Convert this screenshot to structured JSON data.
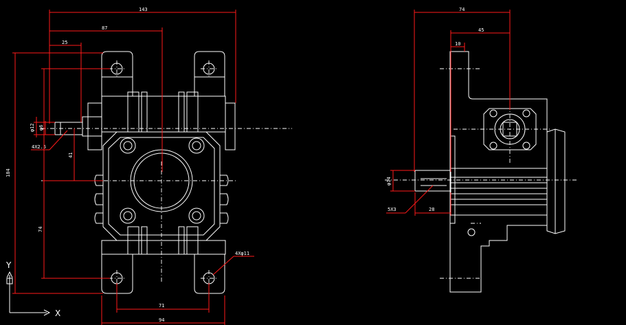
{
  "drawing": {
    "front_view": {
      "dim_143": "143",
      "dim_87": "87",
      "dim_25": "25",
      "dim_184": "184",
      "dim_42": "φ12",
      "dim_6": "φ6",
      "dim_4x25": "4X2.5",
      "dim_41": "41",
      "dim_74": "74",
      "dim_71": "71",
      "dim_94": "94",
      "dim_holes": "4Xφ11"
    },
    "side_view": {
      "dim_74": "74",
      "dim_45": "45",
      "dim_10": "10",
      "dim_14": "φ14",
      "dim_5x3": "5X3",
      "dim_28": "28"
    },
    "ucs": {
      "y_label": "Y",
      "x_label": "X"
    },
    "colors": {
      "background": "#000000",
      "geometry": "#ffffff",
      "dimension": "#ff1a1a"
    }
  }
}
